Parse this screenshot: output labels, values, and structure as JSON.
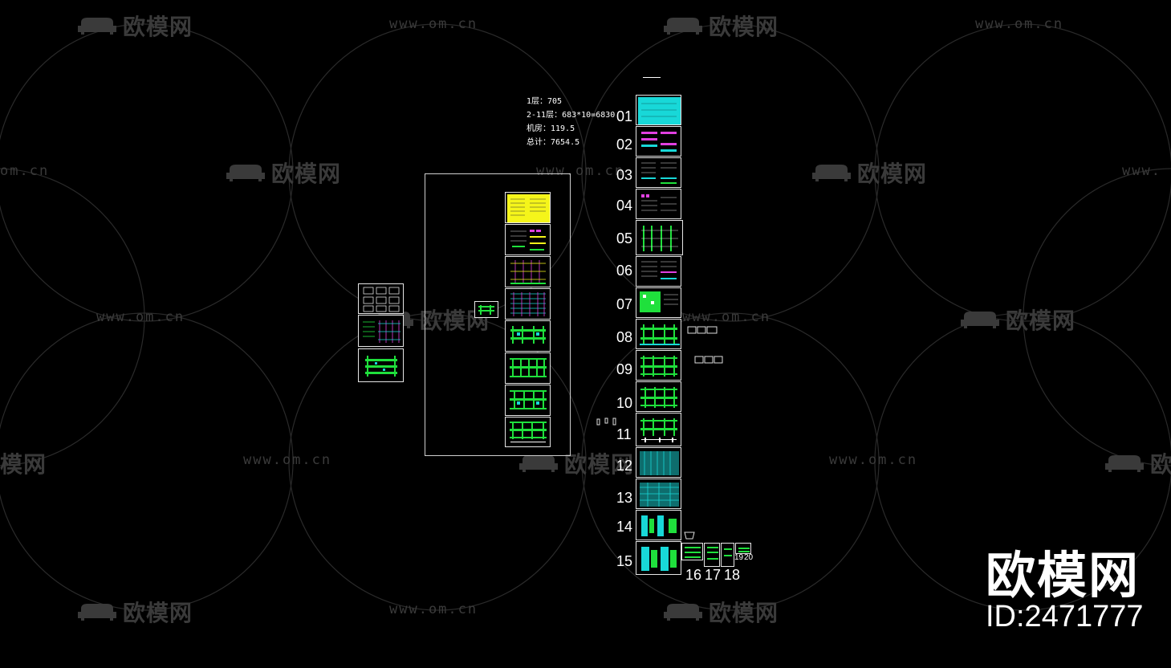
{
  "watermark": {
    "logo_text": "欧模网",
    "url_text": "www.om.cn",
    "url_partial_left": "om.cn",
    "url_partial_right": "www.",
    "logo_partial_left": "模网",
    "logo_partial_right": "欧"
  },
  "cad_notes": {
    "line1": "1层：705",
    "line2": "2-11层：683*10=6830",
    "line3": "机房：119.5",
    "line4": "总计：7654.5"
  },
  "sheet_numbers": [
    "01",
    "02",
    "03",
    "04",
    "05",
    "06",
    "07",
    "08",
    "09",
    "10",
    "11",
    "12",
    "13",
    "14",
    "15",
    "16",
    "17",
    "18",
    "19",
    "20"
  ],
  "brand": {
    "name": "欧模网",
    "id": "ID:2471777"
  },
  "colors": {
    "background": "#000000",
    "watermark": "#3a3a3a",
    "cad_green": "#1fe03c",
    "cad_cyan": "#18d8d8",
    "cad_yellow": "#f5f51a",
    "cad_magenta": "#e040e0",
    "frame": "#cfcfcf"
  }
}
